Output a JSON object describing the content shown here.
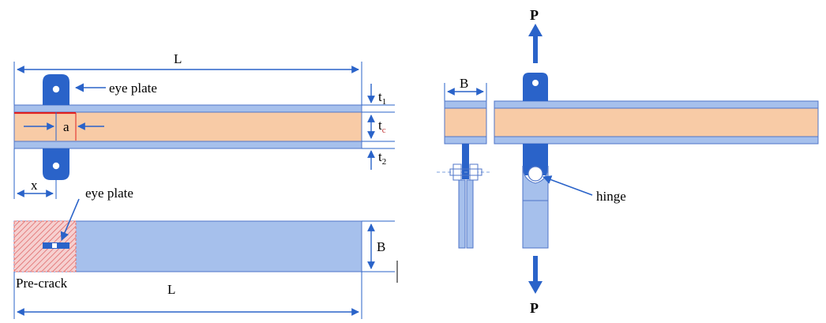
{
  "labels": {
    "length": "L",
    "eye_plate_top": "eye plate",
    "eye_plate_bottom": "eye plate",
    "crack_length": "a",
    "position": "x",
    "thickness_1_base": "t",
    "thickness_1_sub": "1",
    "thickness_core_base": "t",
    "thickness_core_sub": "c",
    "thickness_2_base": "t",
    "thickness_2_sub": "2",
    "width": "B",
    "precrack": "Pre-crack",
    "length_bottom": "L",
    "width_side": "B",
    "load_top": "P",
    "load_bottom": "P",
    "hinge": "hinge"
  },
  "colors": {
    "face_sheet": "#a6c0ec",
    "face_edge": "#4f75c8",
    "core": "#f8cba6",
    "precrack_fill": "#f3c6c6",
    "precrack_hatch": "#e06a6a",
    "crack_line": "#e02020",
    "eye_plate": "#2a63c9",
    "arrow": "#2a63c9",
    "dim_line": "#2a63c9",
    "hinge_plate": "#a6c0ec"
  },
  "icons": {
    "arrow_up": "arrow-up-icon",
    "arrow_down": "arrow-down-icon"
  }
}
